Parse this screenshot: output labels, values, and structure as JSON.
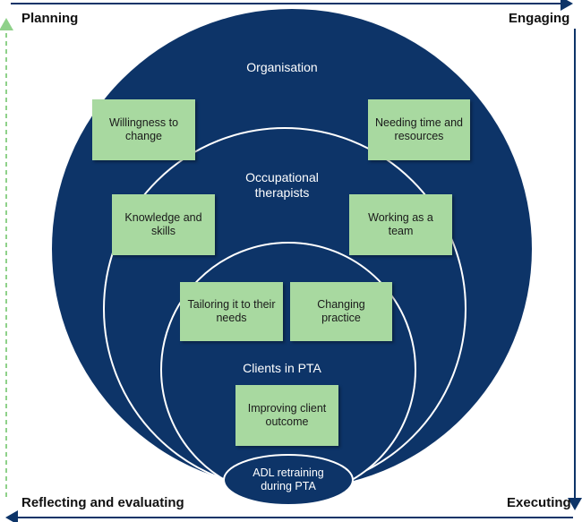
{
  "colors": {
    "navy": "#0d3468",
    "box_fill": "#a8d9a0",
    "arrow_solid": "#0d3468",
    "arrow_dashed": "#8fd18a"
  },
  "corners": {
    "top_left": "Planning",
    "top_right": "Engaging",
    "bottom_left": "Reflecting and evaluating",
    "bottom_right": "Executing"
  },
  "rings": {
    "outer": "Organisation",
    "middle_line1": "Occupational",
    "middle_line2": "therapists",
    "inner": "Clients in PTA"
  },
  "boxes": {
    "willingness_line1": "Willingness to",
    "willingness_line2": "change",
    "needing_time_line1": "Needing time and",
    "needing_time_line2": "resources",
    "knowledge_line1": "Knowledge and",
    "knowledge_line2": "skills",
    "team_line1": "Working as a",
    "team_line2": "team",
    "tailoring_line1": "Tailoring it to their",
    "tailoring_line2": "needs",
    "changing_practice": "Changing practice",
    "outcome_line1": "Improving client",
    "outcome_line2": "outcome"
  },
  "center": {
    "line1": "ADL retraining",
    "line2": "during PTA"
  }
}
